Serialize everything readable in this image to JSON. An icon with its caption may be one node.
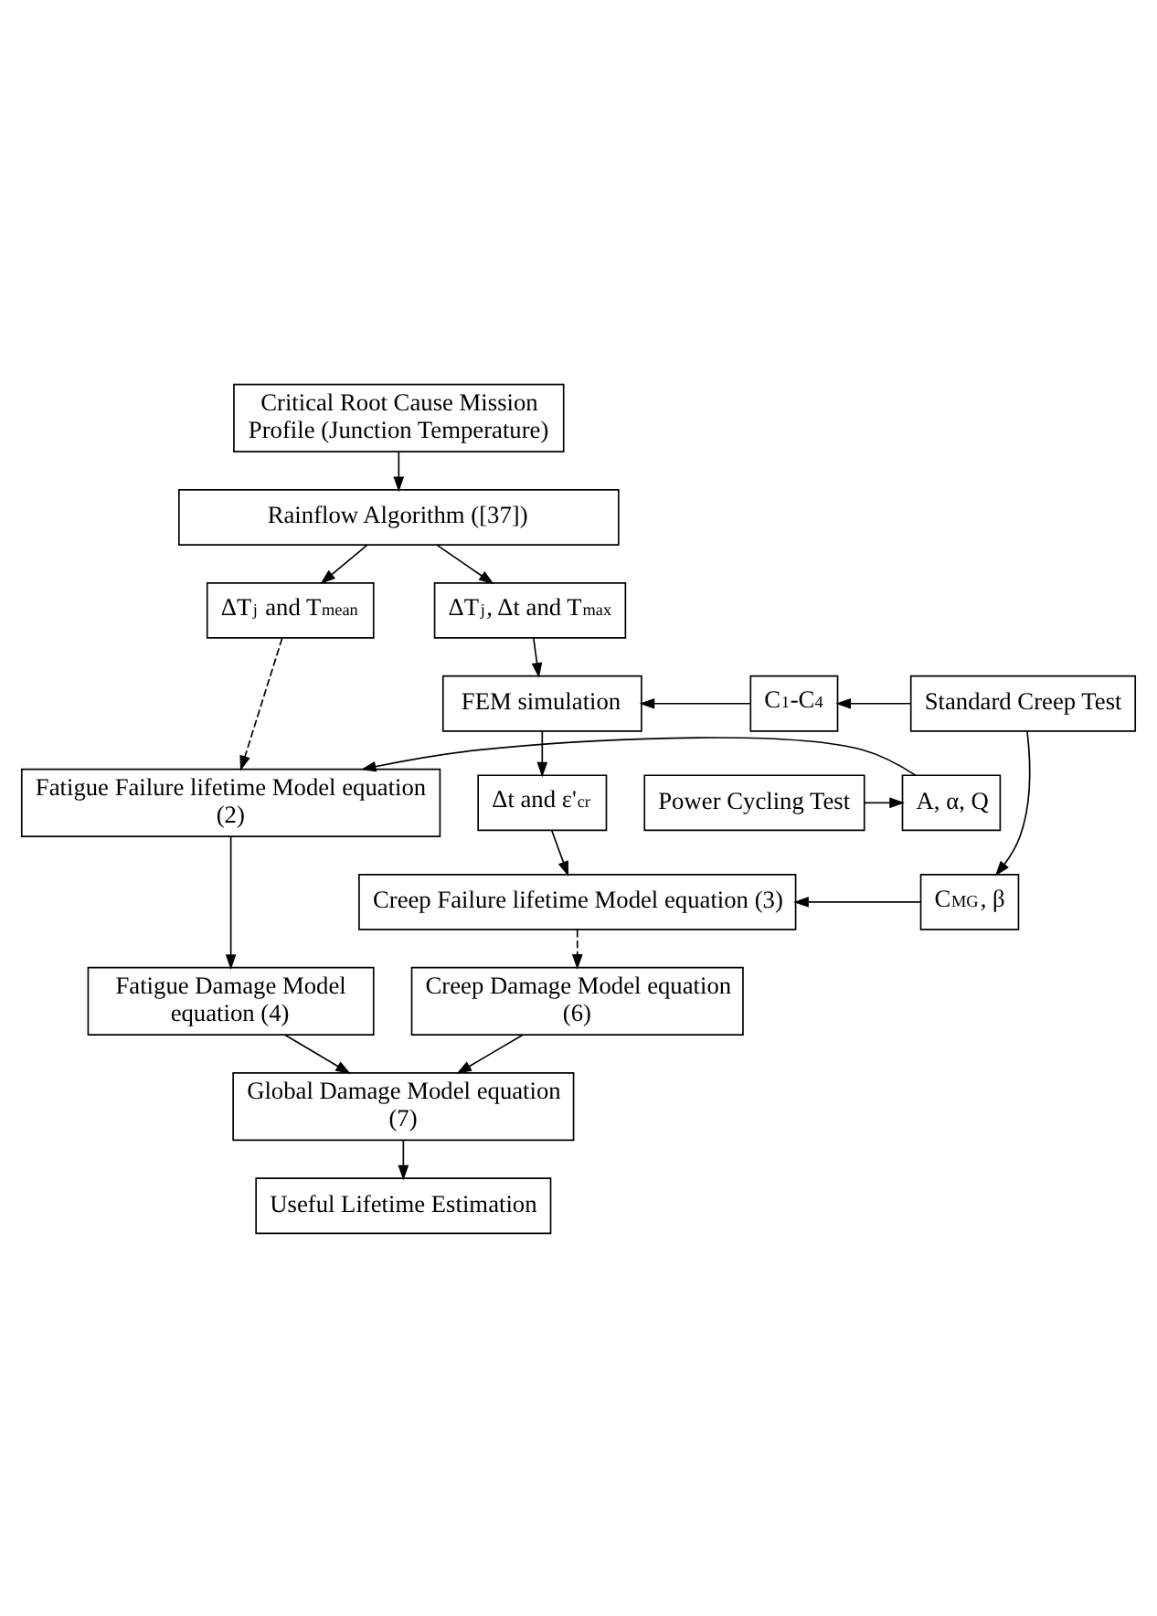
{
  "diagram": {
    "nodes": [
      {
        "text": [
          "Critical Root Cause Mission Profile (Junction Temperature)"
        ]
      },
      {
        "text": [
          "Rainflow Algorithm ([37])"
        ]
      },
      {
        "text": [
          "ΔT$_{j}$ and T$_{mean}$"
        ]
      },
      {
        "text": [
          "ΔT$_{j}$, Δt and T$_{max}$"
        ]
      },
      {
        "text": [
          "Power Cycling Test"
        ]
      },
      {
        "text": [
          "FEM simulation"
        ]
      },
      {
        "text": [
          "C$_{1}$-C$_{4}$"
        ]
      },
      {
        "text": [
          "Standard Creep Test"
        ]
      },
      {
        "text": [
          "Δt and ε'$_{cr}$"
        ]
      },
      {
        "text": [
          "Creep Failure lifetime Model equation (3)"
        ]
      },
      {
        "text": [
          "C$_{MG}$, β"
        ]
      },
      {
        "text": [
          "A, α, Q"
        ]
      },
      {
        "text": [
          "Fatigue Failure lifetime Model equation (2)"
        ]
      },
      {
        "text": [
          "Fatigue Damage Model equation (4)"
        ]
      },
      {
        "text": [
          "Creep Damage Model equation (6)"
        ]
      },
      {
        "text": [
          "Global Damage Model equation (7)"
        ]
      },
      {
        "text": [
          "Useful Lifetime Estimation"
        ]
      }
    ],
    "edges": [
      {
        "from": 0,
        "to": 1,
        "arrow": "to"
      },
      {
        "from": 1,
        "to": 2,
        "arrow": "to"
      },
      {
        "from": 1,
        "to": 3,
        "arrow": "to"
      },
      {
        "from": 3,
        "to": 5,
        "arrow": "to"
      },
      {
        "from": 7,
        "to": 6,
        "arrow": "to"
      },
      {
        "from": 6,
        "to": 5,
        "arrow": "to"
      },
      {
        "from": 5,
        "to": 8,
        "arrow": "to"
      },
      {
        "from": 8,
        "to": 9,
        "arrow": "to"
      },
      {
        "from": 7,
        "to": 10,
        "arrow": "to"
      },
      {
        "from": 10,
        "to": 9,
        "arrow": "to"
      },
      {
        "from": 2,
        "to": 12,
        "arrow": "to",
        "style": "dashed"
      },
      {
        "from": 4,
        "to": 11,
        "arrow": "to"
      },
      {
        "from": 11,
        "to": 12,
        "arrow": "to"
      },
      {
        "from": 12,
        "to": 13,
        "arrow": "to"
      },
      {
        "from": 9,
        "to": 14,
        "arrow": "to",
        "style": "dashed"
      },
      {
        "from": 13,
        "to": 15,
        "arrow": "to"
      },
      {
        "from": 14,
        "to": 15,
        "arrow": "to"
      },
      {
        "from": 15,
        "to": 16,
        "arrow": "to"
      }
    ]
  }
}
